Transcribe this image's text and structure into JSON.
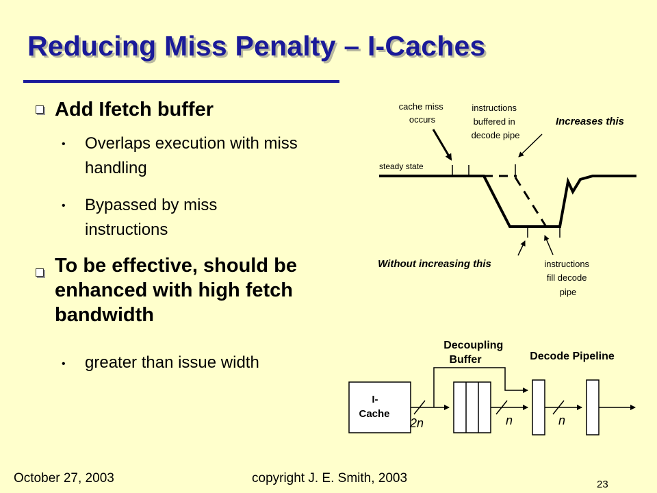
{
  "title": "Reducing Miss Penalty  – I-Caches",
  "bullets": [
    "Add Ifetch buffer",
    "Overlaps execution with miss handling",
    "Bypassed by miss instructions",
    "To be effective, should be enhanced with high fetch bandwidth",
    "greater than issue width"
  ],
  "timing": {
    "cache_miss": [
      "cache miss",
      "occurs"
    ],
    "buffered": [
      "instructions",
      "buffered in",
      "decode pipe"
    ],
    "increases": "Increases this",
    "steady_state": "steady state",
    "without": "Without increasing this",
    "fill": [
      "instructions",
      "fill decode",
      "pipe"
    ]
  },
  "pipeline": {
    "decoupling": [
      "Decoupling",
      "Buffer"
    ],
    "decode": "Decode Pipeline",
    "icache": [
      "I-",
      "Cache"
    ],
    "w1": "2n",
    "w2": "n",
    "w3": "n"
  },
  "footer": {
    "date": "October 27,  2003",
    "copyright": "copyright J. E. Smith, 2003",
    "page": "23"
  },
  "colors": {
    "title": "#1a1a99",
    "background": "#ffffcc"
  }
}
